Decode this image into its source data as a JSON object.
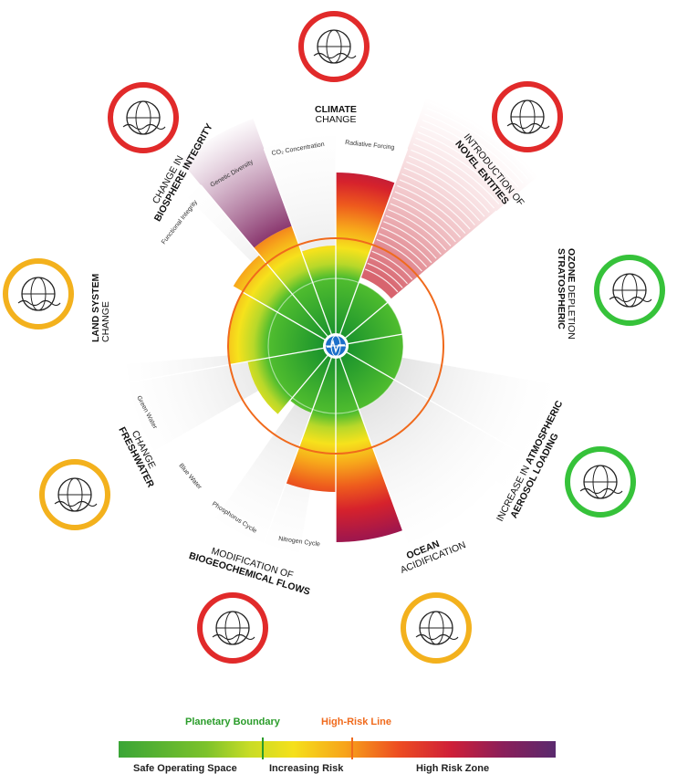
{
  "colors": {
    "red_ring": "#e12a2a",
    "yellow_ring": "#f3b11d",
    "green_ring": "#36c23a",
    "boundary_green": "#2a9c2a",
    "high_risk_orange": "#f06a1c",
    "globe_blue": "#1b6fc9"
  },
  "boundaries": {
    "climate": {
      "title_bold": "CLIMATE",
      "title_rest": "CHANGE",
      "status": "red",
      "icon": "thermometer-landscape-icon"
    },
    "novel": {
      "title_rest": "INTRODUCTION OF",
      "title_bold": "NOVEL ENTITIES",
      "status": "red",
      "icon": "chemical-hazard-icon"
    },
    "ozone": {
      "title_bold": "STRATOSPHERIC",
      "title_bold2": "OZONE",
      "title_rest": "DEPLETION",
      "status": "green",
      "icon": "ozone-globe-icon"
    },
    "aerosol": {
      "title_rest": "INCREASE IN",
      "title_bold": "ATMOSPHERIC",
      "title_bold2": "AEROSOL LOADING",
      "status": "green",
      "icon": "factory-smoke-icon"
    },
    "ocean": {
      "title_bold": "OCEAN",
      "title_rest": "ACIDIFICATION",
      "status": "yellow",
      "icon": "ocean-ph-icon"
    },
    "biogeo": {
      "title_rest": "MODIFICATION OF",
      "title_bold": "BIOGEOCHEMICAL FLOWS",
      "status": "red",
      "icon": "plants-nutrients-icon"
    },
    "freshwater": {
      "title_bold": "FRESHWATER",
      "title_rest": "CHANGE",
      "status": "yellow",
      "icon": "water-drop-icon"
    },
    "land": {
      "title_bold": "LAND SYSTEM",
      "title_rest": "CHANGE",
      "status": "yellow",
      "icon": "tree-stump-icon"
    },
    "biosphere": {
      "title_rest": "CHANGE IN",
      "title_bold": "BIOSPHERE INTEGRITY",
      "status": "red",
      "icon": "biodiversity-icon"
    }
  },
  "sub_labels": {
    "co2": "CO₂ Concentration",
    "radiative": "Radiative Forcing",
    "genetic": "Genetic Diversity",
    "functional": "Functional Integrity",
    "green_water": "Green Water",
    "blue_water": "Blue Water",
    "phosphorus": "Phosphorus Cycle",
    "nitrogen": "Nitrogen Cycle"
  },
  "legend": {
    "planetary_boundary": "Planetary Boundary",
    "high_risk_line": "High-Risk Line",
    "safe": "Safe Operating Space",
    "increasing": "Increasing Risk",
    "high_risk_zone": "High Risk Zone"
  }
}
